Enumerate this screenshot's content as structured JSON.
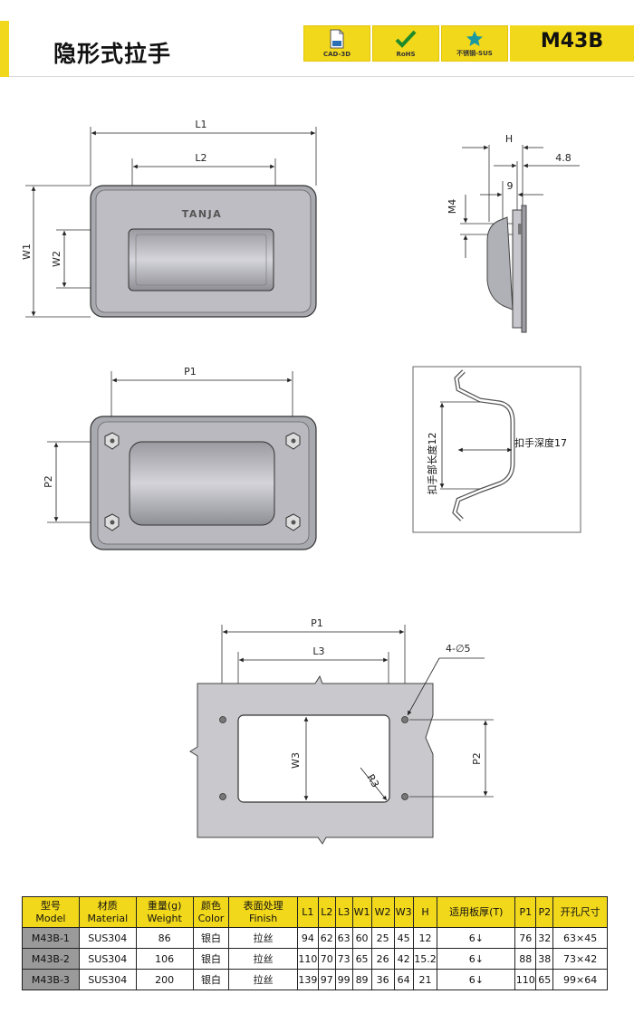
{
  "header": {
    "title": "隐形式拉手",
    "model": "M43B",
    "badges": [
      {
        "label": "CAD-3D",
        "icon": "document-icon"
      },
      {
        "label": "RoHS",
        "icon": "checkmark-icon"
      },
      {
        "label": "不锈钢-SUS",
        "icon": "star-icon"
      }
    ]
  },
  "drawing": {
    "front_view": {
      "L1": "L1",
      "L2": "L2",
      "W1": "W1",
      "W2": "W2",
      "logo": "TANJA"
    },
    "side_view": {
      "H": "H",
      "dim_48": "4.8",
      "dim_9": "9",
      "M4": "M4"
    },
    "back_view": {
      "P1": "P1",
      "P2": "P2"
    },
    "section_view": {
      "depth": "扣手深度17",
      "length": "扣手部长度12"
    },
    "cutout_view": {
      "P1": "P1",
      "L3": "L3",
      "holes": "4-∅5",
      "W3": "W3",
      "R3": "R3",
      "P2": "P2"
    }
  },
  "table": {
    "headers": [
      {
        "cn": "型号",
        "en": "Model"
      },
      {
        "cn": "材质",
        "en": "Material"
      },
      {
        "cn": "重量",
        "en": "Weight",
        "unit": "(g)"
      },
      {
        "cn": "颜色",
        "en": "Color"
      },
      {
        "cn": "表面处理",
        "en": "Finish"
      },
      {
        "cn": "L1"
      },
      {
        "cn": "L2"
      },
      {
        "cn": "L3"
      },
      {
        "cn": "W1"
      },
      {
        "cn": "W2"
      },
      {
        "cn": "W3"
      },
      {
        "cn": "H"
      },
      {
        "cn": "适用板厚(T)"
      },
      {
        "cn": "P1"
      },
      {
        "cn": "P2"
      },
      {
        "cn": "开孔尺寸"
      }
    ],
    "rows": [
      [
        "M43B-1",
        "SUS304",
        "86",
        "银白",
        "拉丝",
        "94",
        "62",
        "63",
        "60",
        "25",
        "45",
        "12",
        "6↓",
        "76",
        "32",
        "63×45"
      ],
      [
        "M43B-2",
        "SUS304",
        "106",
        "银白",
        "拉丝",
        "110",
        "70",
        "73",
        "65",
        "26",
        "42",
        "15.2",
        "6↓",
        "88",
        "38",
        "73×42"
      ],
      [
        "M43B-3",
        "SUS304",
        "200",
        "银白",
        "拉丝",
        "139",
        "97",
        "99",
        "89",
        "36",
        "64",
        "21",
        "6↓",
        "110",
        "65",
        "99×64"
      ]
    ]
  },
  "colors": {
    "accent": "#f2d81b",
    "model_cell": "#9a9a9a",
    "metal": "#b9b9bf"
  }
}
